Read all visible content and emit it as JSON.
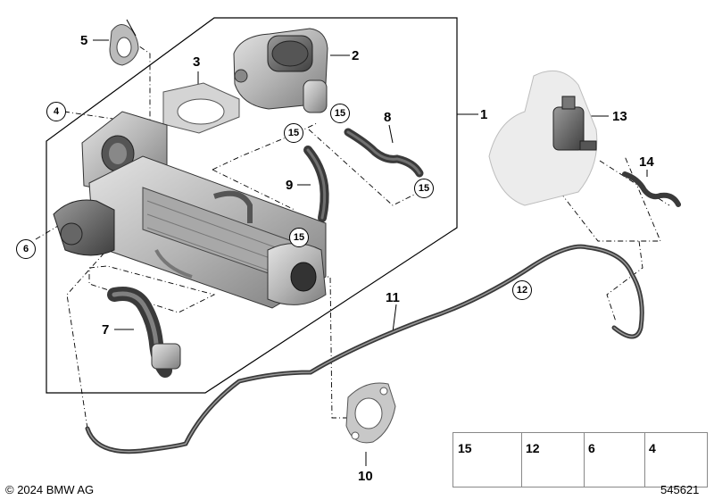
{
  "callouts": {
    "c1": "1",
    "c2": "2",
    "c3": "3",
    "c5": "5",
    "c7": "7",
    "c8": "8",
    "c9": "9",
    "c10": "10",
    "c11": "11",
    "c13": "13",
    "c14": "14"
  },
  "circled_callouts": {
    "c4": "4",
    "c6": "6",
    "c12": "12",
    "c15a": "15",
    "c15b": "15",
    "c15c": "15",
    "c15d": "15"
  },
  "legend": {
    "items": [
      {
        "number": "15",
        "icon": "hose-clamp-icon"
      },
      {
        "number": "12",
        "icon": "spring-nut-icon"
      },
      {
        "number": "6",
        "icon": "hex-bolt-icon"
      },
      {
        "number": "4",
        "icon": "torx-bolt-icon"
      }
    ]
  },
  "footer": {
    "copyright": "© 2024 BMW AG",
    "reference_number": "545621"
  },
  "colors": {
    "part_fill": "#c9c9c9",
    "part_dark": "#6a6a6a",
    "hose": "#3a3a3a",
    "ghost_part": "#e6e6e6"
  }
}
